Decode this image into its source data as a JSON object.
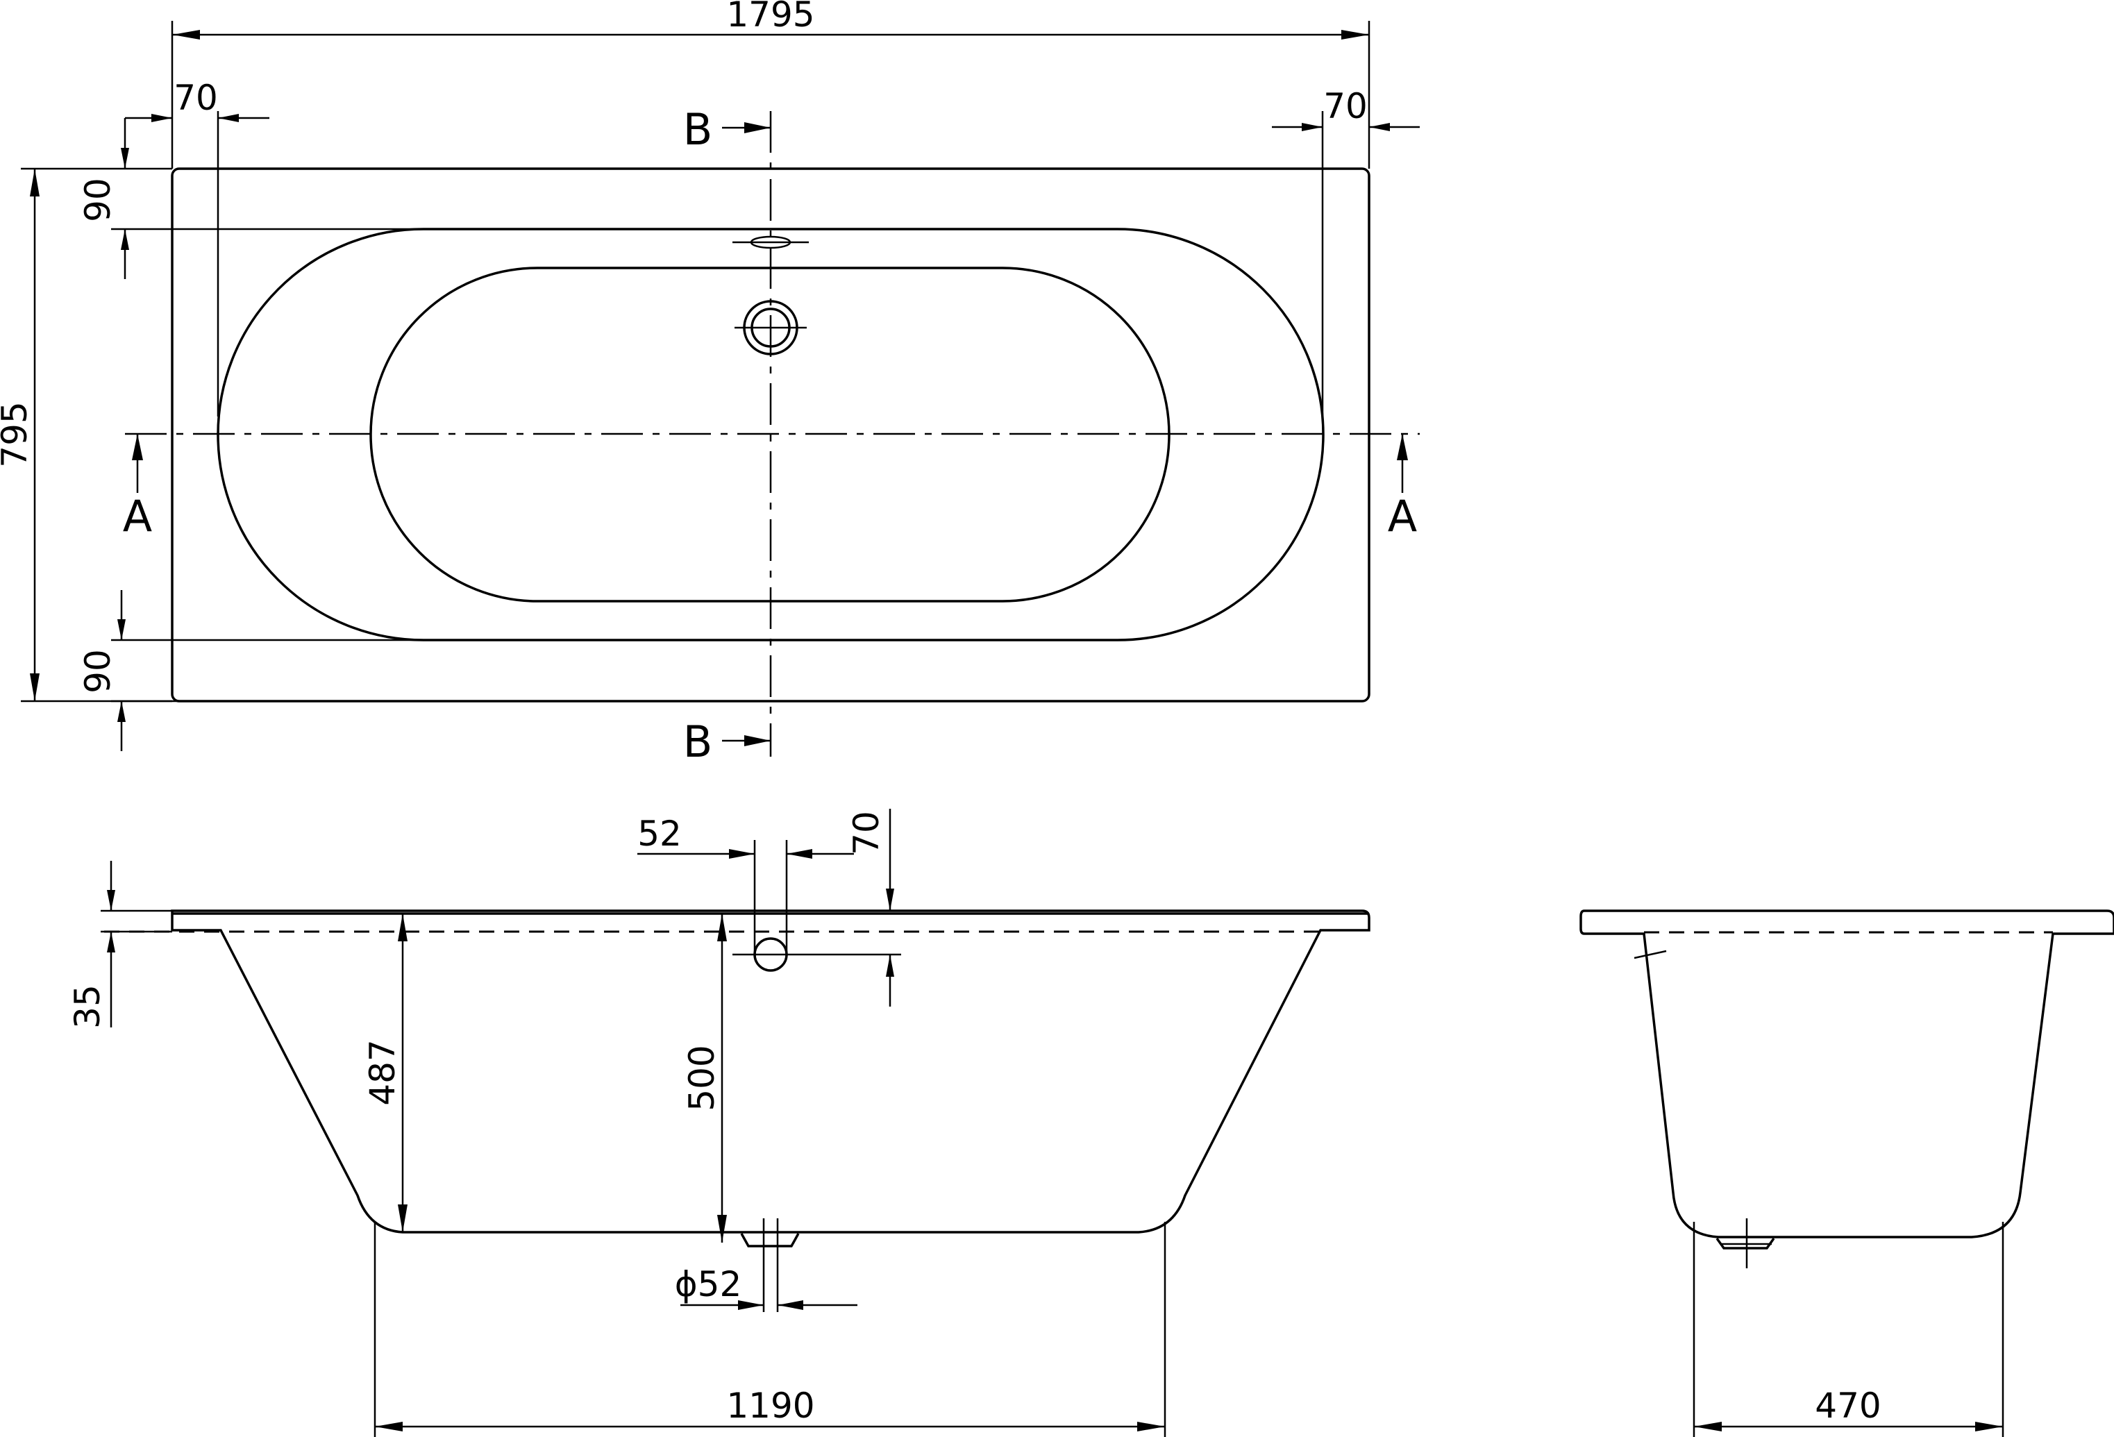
{
  "dimensions": {
    "overall_length": "1795",
    "rim_left": "70",
    "rim_right": "70",
    "overall_width": "795",
    "rim_top": "90",
    "rim_bottom": "90",
    "overflow_dia": "52",
    "overflow_height": "70",
    "rim_thickness": "35",
    "depth_inner": "487",
    "depth_center": "500",
    "waste_dia": "ϕ52",
    "bottom_length": "1190",
    "bottom_width": "470"
  },
  "section_marks": {
    "b_top": "B",
    "b_bottom": "B",
    "a_left": "A",
    "a_right": "A"
  }
}
